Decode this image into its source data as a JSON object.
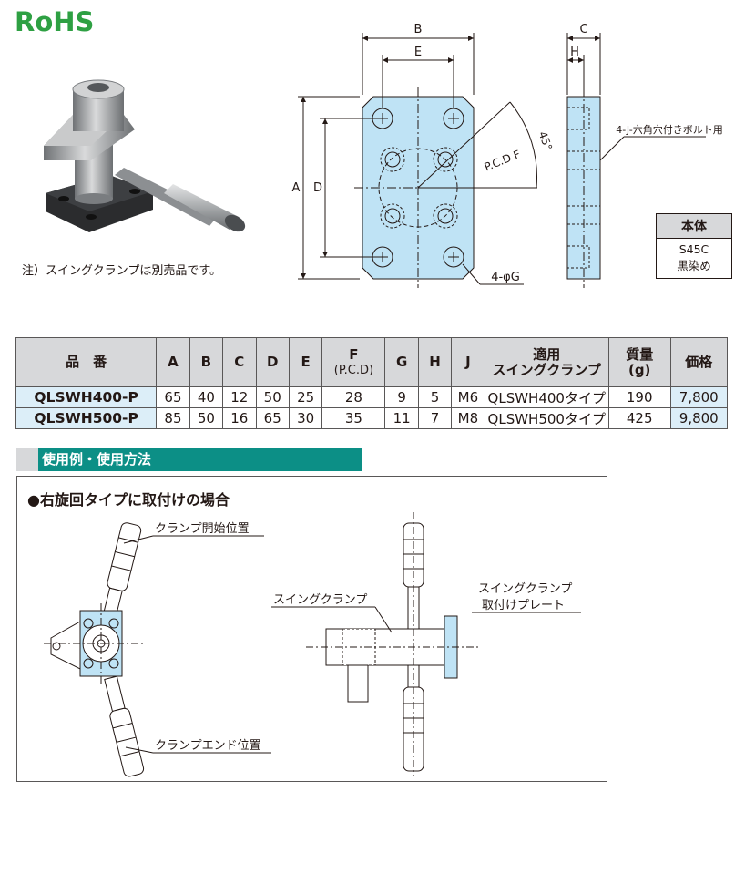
{
  "logo": {
    "text": "RoHS",
    "color": "#2ea043"
  },
  "note": "注）スイングクランプは別売品です。",
  "drawing": {
    "dims": {
      "a": "A",
      "b": "B",
      "c": "C",
      "d": "D",
      "e": "E",
      "h": "H"
    },
    "pcd_label": "P.C.D F",
    "angle_label": "45°",
    "hole_label": "4-φG",
    "bolt_label": "4-J-六角穴付きボルト用"
  },
  "material": {
    "header": "本体",
    "line1": "S45C",
    "line2": "黒染め"
  },
  "table": {
    "headers": {
      "model": "品　番",
      "a": "A",
      "b": "B",
      "c": "C",
      "d": "D",
      "e": "E",
      "f": "F",
      "f_sub": "(P.C.D)",
      "g": "G",
      "h": "H",
      "j": "J",
      "clamp1": "適用",
      "clamp2": "スイングクランプ",
      "weight1": "質量",
      "weight2": "(g)",
      "price": "価格"
    },
    "rows": [
      {
        "model": "QLSWH400-P",
        "a": "65",
        "b": "40",
        "c": "12",
        "d": "50",
        "e": "25",
        "f": "28",
        "g": "9",
        "h": "5",
        "j": "M6",
        "clamp": "QLSWH400タイプ",
        "weight": "190",
        "price": "7,800"
      },
      {
        "model": "QLSWH500-P",
        "a": "85",
        "b": "50",
        "c": "16",
        "d": "65",
        "e": "30",
        "f": "35",
        "g": "11",
        "h": "7",
        "j": "M8",
        "clamp": "QLSWH500タイプ",
        "weight": "425",
        "price": "9,800"
      }
    ]
  },
  "section": {
    "title": "使用例・使用方法",
    "subtitle": "●右旋回タイプに取付けの場合",
    "labels": {
      "start": "クランプ開始位置",
      "end": "クランプエンド位置",
      "swing": "スイングクランプ",
      "plate1": "スイングクランプ",
      "plate2": "取付けプレート"
    }
  },
  "colors": {
    "part_fill": "#bfe3f5",
    "accent_bar": "#0c8f86",
    "header_bg": "#d7d8da"
  }
}
